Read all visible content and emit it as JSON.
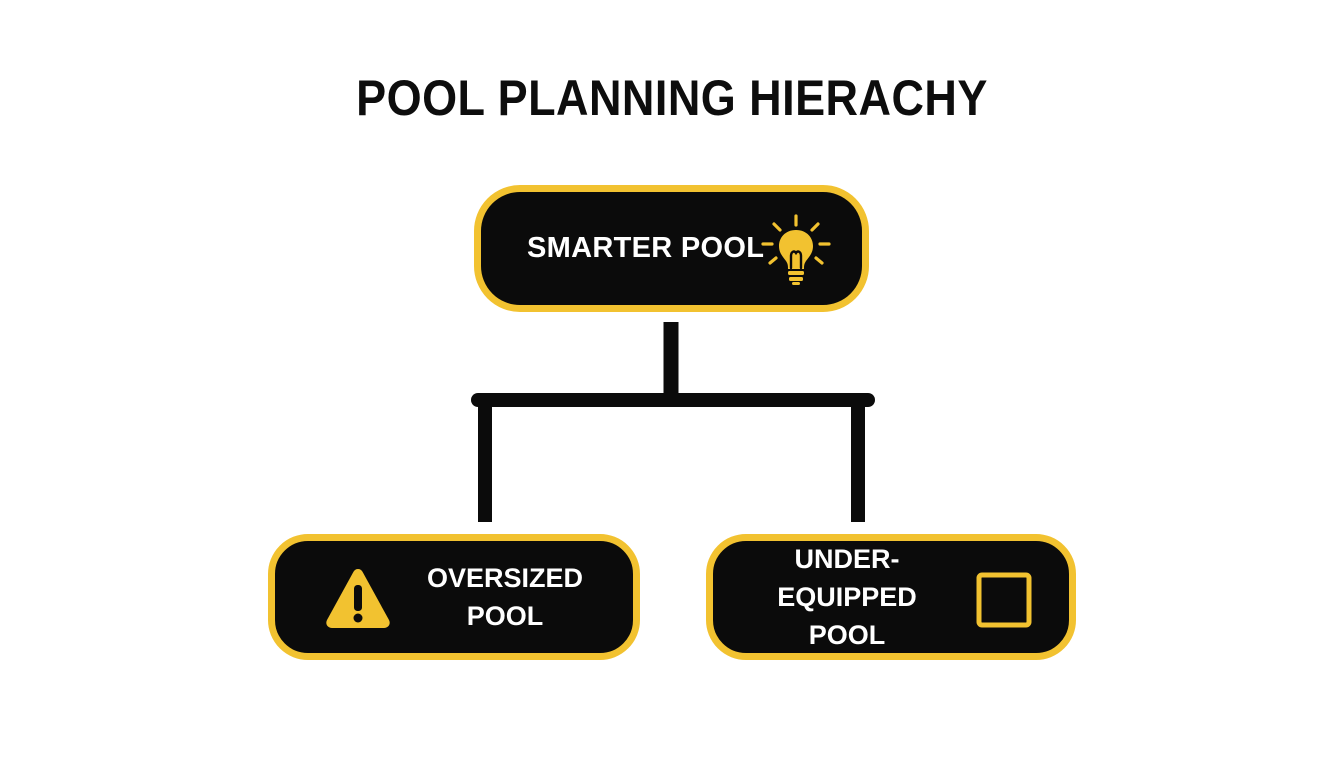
{
  "title": "POOL PLANNING HIERACHY",
  "colors": {
    "accent": "#f2c230",
    "node_fill": "#0b0b0b",
    "connector": "#0b0b0b",
    "text_light": "#ffffff",
    "text_dark": "#0d0d0d"
  },
  "root": {
    "label": "SMARTER POOL",
    "icon": "lightbulb-icon"
  },
  "children": [
    {
      "line1": "OVERSIZED",
      "line2": "POOL",
      "icon": "warning-triangle-icon"
    },
    {
      "line1": "UNDER-EQUIPPED",
      "line2": "POOL",
      "icon": "empty-square-icon"
    }
  ]
}
